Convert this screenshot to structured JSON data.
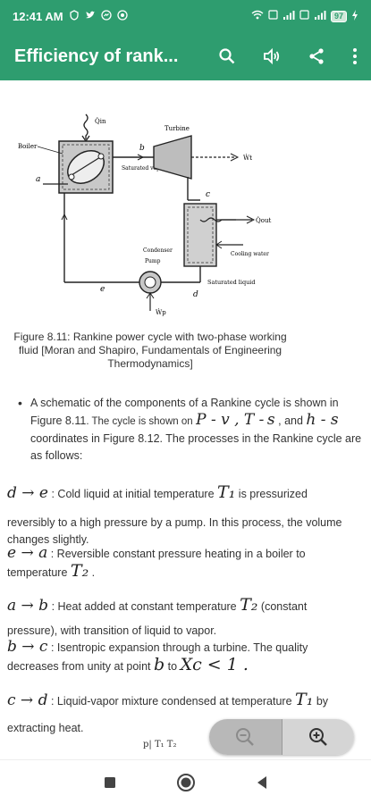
{
  "status_bar": {
    "time": "12:41 AM",
    "battery": "97",
    "icons": [
      "shield-icon",
      "twitter-icon",
      "messenger-icon",
      "app-icon",
      "wifi-icon",
      "sim-icon",
      "signal-icon",
      "battery-icon",
      "charging-icon"
    ]
  },
  "app_bar": {
    "title": "Efficiency of rank...",
    "actions": [
      "search-icon",
      "speaker-icon",
      "share-icon",
      "more-vert-icon"
    ]
  },
  "figure": {
    "labels": {
      "q_in": "Q̇in",
      "turbine": "Turbine",
      "boiler": "Boiler",
      "b": "b",
      "a": "a",
      "saturated_vapor": "Saturated vapor",
      "w_t": "Ẇt",
      "c": "c",
      "q_out": "Q̇out",
      "condenser": "Condenser",
      "cooling_water": "Cooling water",
      "pump": "Pump",
      "e": "e",
      "saturated_liquid": "Saturated liquid",
      "d": "d",
      "w_p": "Ẇp"
    }
  },
  "caption": "Figure 8.11: Rankine power cycle with two-phase working fluid [Moran and Shapiro, Fundamentals of Engineering Thermodynamics]",
  "bullet": {
    "t1": "A schematic of the components of a Rankine cycle is shown in Figure 8.11",
    "t2": ". The cycle is shown on",
    "m1": "P - v , T -",
    "m2": "s",
    "t3": ", and",
    "m3": "h - s",
    "t4": "coordinates in Figure 8.12. The processes in the Rankine cycle are as follows:"
  },
  "processes": [
    {
      "sym": "d → e",
      "text1": ": Cold liquid at initial temperature",
      "m1": "T₁",
      "text2": "is pressurized",
      "line2": "reversibly to a high pressure by a pump. In this process, the volume changes slightly."
    },
    {
      "sym": "e → a",
      "text1": ": Reversible constant pressure heating in a boiler to",
      "text2": "temperature",
      "m1": "T₂",
      "text3": "."
    },
    {
      "sym": "a → b",
      "text1": ": Heat added at constant temperature",
      "m1": "T₂",
      "text2": "(constant",
      "line2": "pressure), with transition of liquid to vapor."
    },
    {
      "sym": "b → c",
      "text1": ": Isentropic expansion through a turbine. The quality",
      "text2": "decreases from unity at point",
      "m1": "b",
      "text3": "to",
      "m2": "Xc < 1 ."
    },
    {
      "sym": "c → d",
      "text1": ": Liquid-vapor mixture condensed at temperature",
      "m1": "T₁",
      "text2": "by",
      "line2": "extracting heat."
    }
  ],
  "mini_figure": "p| T₁  T₂",
  "zoom": {
    "out_icon": "zoom-out-icon",
    "in_icon": "zoom-in-icon"
  },
  "nav": [
    "recents-icon",
    "home-icon",
    "back-icon"
  ]
}
